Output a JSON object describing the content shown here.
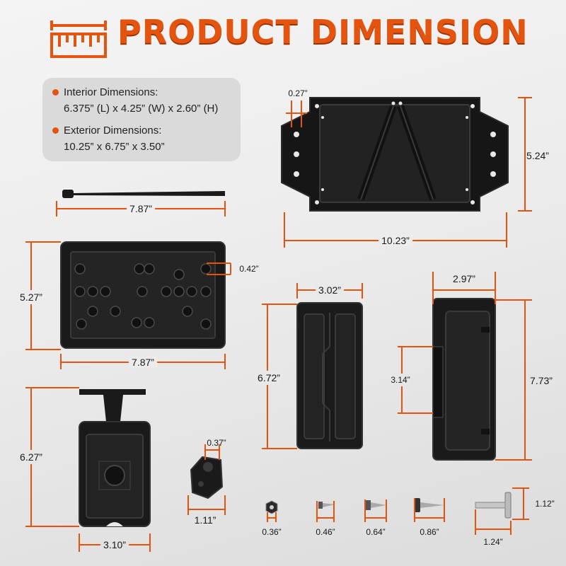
{
  "header": {
    "title": "PRODUCT DIMENSION",
    "icon": "ruler-icon"
  },
  "specs": {
    "interior_label": "Interior Dimensions:",
    "interior_value": "6.375” (L) x 4.25” (W) x 2.60” (H)",
    "exterior_label": "Exterior Dimensions:",
    "exterior_value": "10.25” x 6.75” x 3.50”"
  },
  "dimensions": {
    "mount_hole": "0.27”",
    "mount_height": "5.24”",
    "mount_width": "10.23”",
    "zip_tie": "7.87”",
    "panel_height": "5.27”",
    "panel_width": "7.87”",
    "panel_hole": "0.42”",
    "cover_width": "3.02”",
    "cover_height": "6.72”",
    "side_width": "2.97”",
    "side_inner": "3.14”",
    "side_height": "7.73”",
    "bracket_height": "6.27”",
    "bracket_width": "3.10”",
    "knob_hole": "0.37”",
    "knob_size": "1.11”",
    "nut": "0.36”",
    "screw_small": "0.46”",
    "screw_medium": "0.64”",
    "screw_large": "0.86”",
    "bolt_width": "1.24”",
    "bolt_height": "1.12”"
  },
  "colors": {
    "accent": "#e4540e",
    "product": "#1b1b1b",
    "info_box": "#dadada"
  }
}
